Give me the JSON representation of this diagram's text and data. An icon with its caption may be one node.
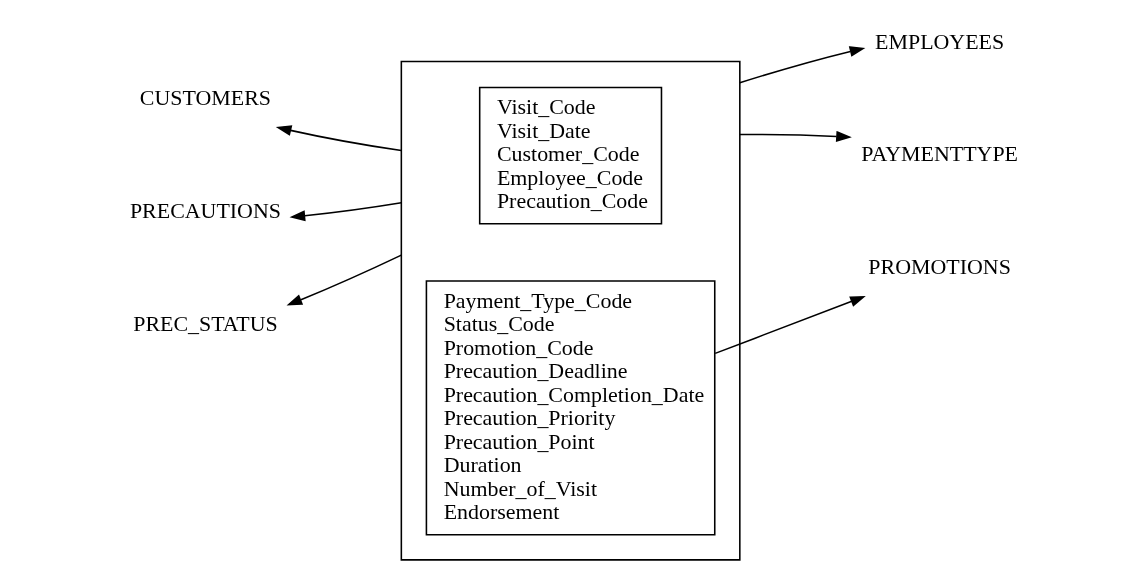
{
  "diagram": {
    "nodes": [
      {
        "text": [],
        "shape": "box"
      },
      {
        "text": [
          "Visit_Code",
          "Visit_Date",
          "Customer_Code",
          "Employee_Code",
          "Precaution_Code"
        ],
        "in": 0
      },
      {
        "text": [
          "Payment_Type_Code",
          "Status_Code",
          "Promotion_Code",
          "Precaution_Deadline",
          "Precaution_Completion_Date",
          "Precaution_Priority",
          "Precaution_Point",
          "Duration",
          "Number_of_Visit",
          "Endorsement"
        ],
        "in": 0
      },
      {
        "text": [
          "CUSTOMERS"
        ]
      },
      {
        "text": [
          "EMPLOYEES"
        ]
      },
      {
        "text": [
          "PRECAUTIONS"
        ]
      },
      {
        "text": [
          "PAYMENTTYPE"
        ]
      },
      {
        "text": [
          "PREC_STATUS"
        ]
      },
      {
        "text": [
          "PROMOTIONS"
        ]
      }
    ],
    "edges": [
      {
        "from": 0,
        "to": 3,
        "arrow": "to"
      },
      {
        "from": 0,
        "to": 4,
        "arrow": "to"
      },
      {
        "from": 0,
        "to": 5,
        "arrow": "to"
      },
      {
        "from": 0,
        "to": 6,
        "arrow": "to"
      },
      {
        "from": 0,
        "to": 7,
        "arrow": "to"
      },
      {
        "from": 2,
        "to": 8,
        "arrow": "to"
      }
    ]
  }
}
